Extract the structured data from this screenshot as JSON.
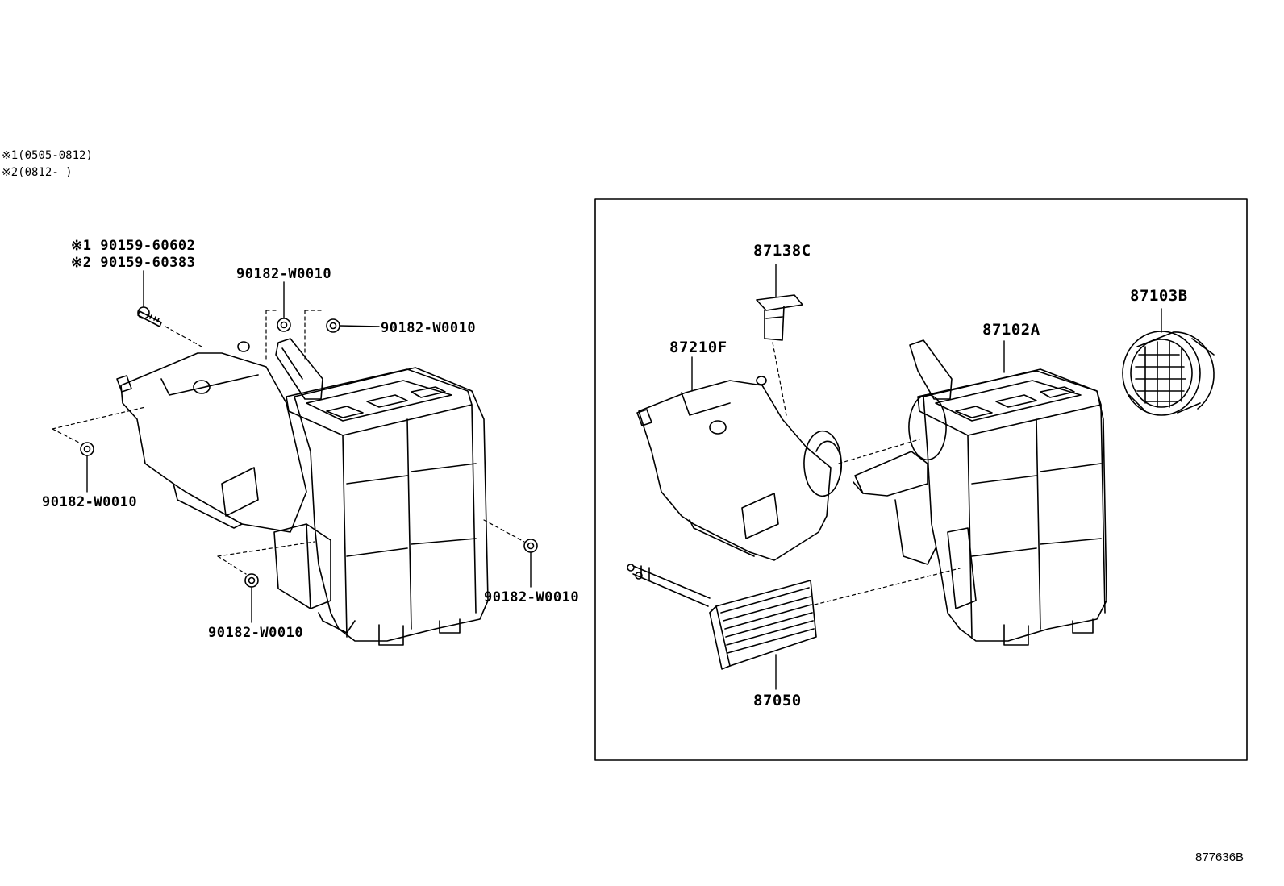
{
  "notes": [
    {
      "mark": "※1",
      "text": "(0505-0812)"
    },
    {
      "mark": "※2",
      "text": "(0812-    )"
    }
  ],
  "left_labels": {
    "screw_v1": "※1 90159-60602",
    "screw_v2": "※2 90159-60383",
    "nut_top_left": "90182-W0010",
    "nut_top_right": "90182-W0010",
    "nut_left": "90182-W0010",
    "nut_right": "90182-W0010",
    "nut_bottom": "90182-W0010"
  },
  "box_labels": {
    "resistor": "87138C",
    "fan": "87103B",
    "case_right": "87102A",
    "case_left": "87210F",
    "heater_core": "87050"
  },
  "figure_id": "877636B"
}
